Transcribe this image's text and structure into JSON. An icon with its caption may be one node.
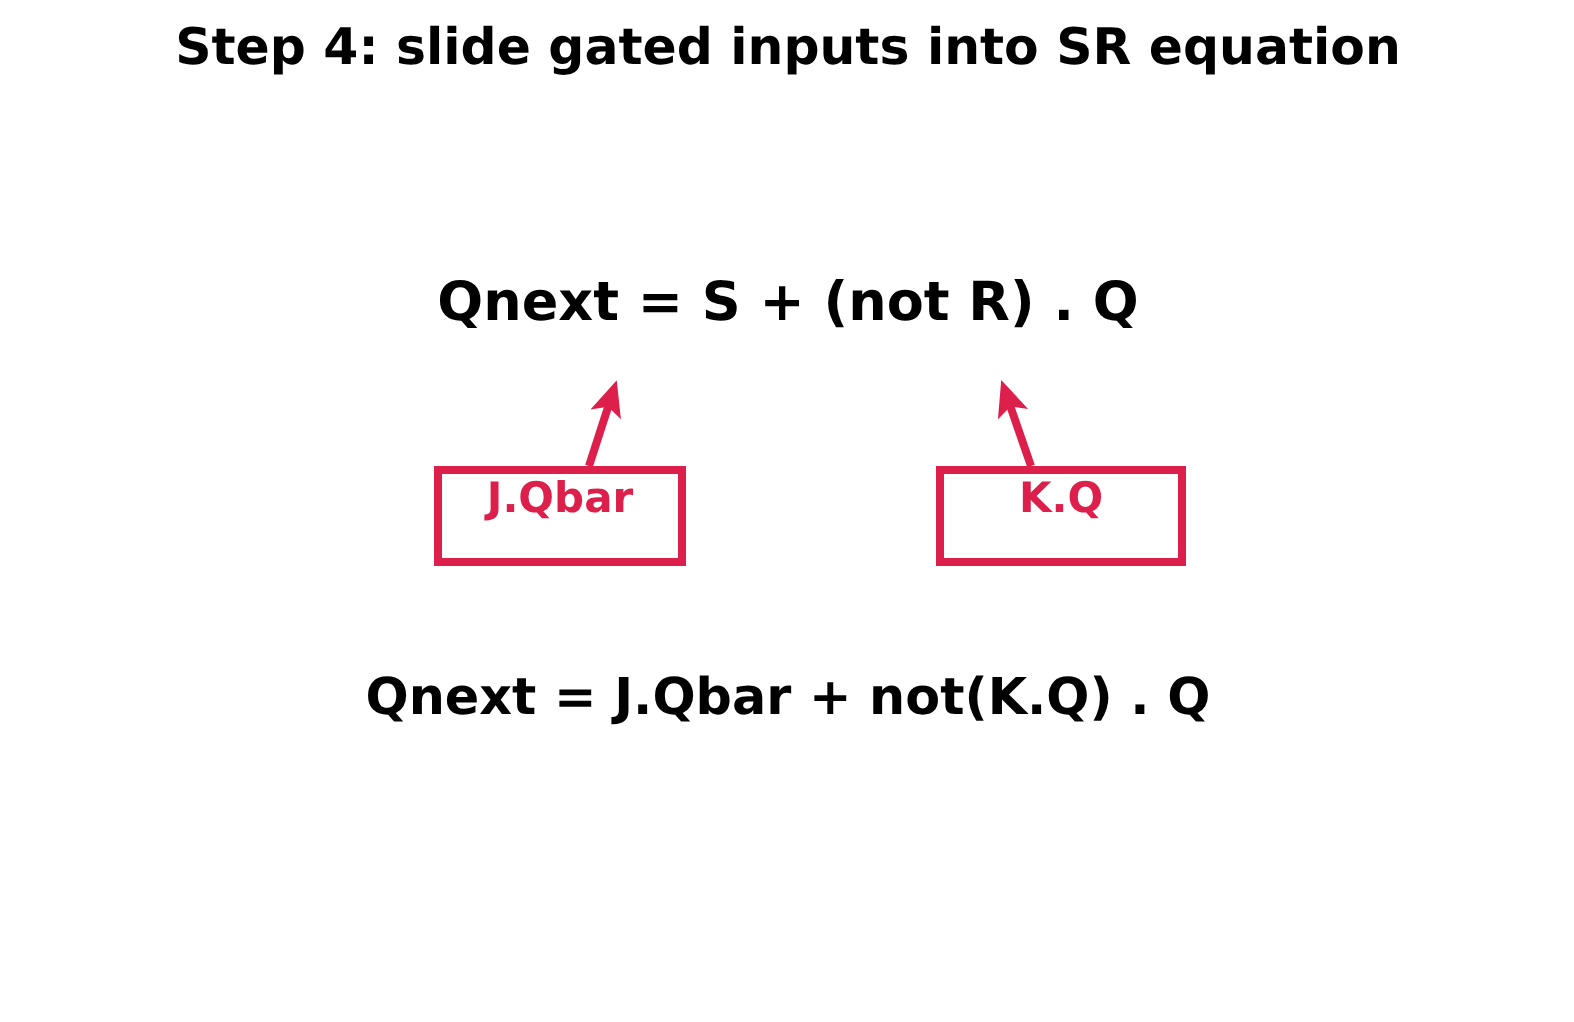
{
  "diagram": {
    "title": "Step 4: slide gated inputs into SR equation",
    "nodes": [
      {
        "text": [
          "Qnext = S + (not R) . Q"
        ]
      },
      {
        "text": [
          "J.Qbar"
        ]
      },
      {
        "text": [
          "K.Q"
        ]
      }
    ],
    "edges": [
      {
        "from": 1,
        "to": 0,
        "arrow": "to"
      },
      {
        "from": 2,
        "to": 0,
        "arrow": "to"
      }
    ],
    "labels": [
      "Qnext = J.Qbar + not(K.Q) . Q"
    ]
  }
}
